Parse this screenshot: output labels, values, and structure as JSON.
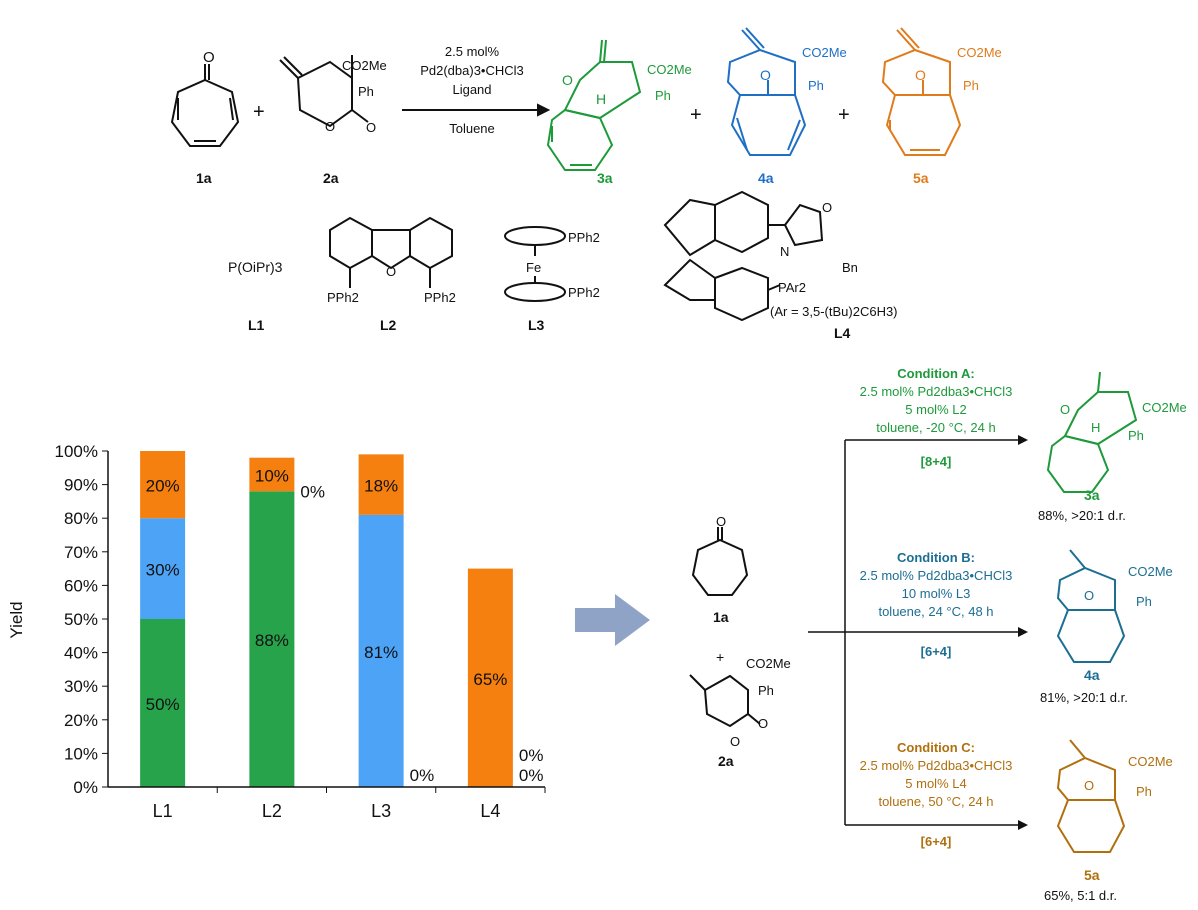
{
  "scheme": {
    "reagent_1": "1a",
    "reagent_2": "2a",
    "plus": "+",
    "reagent_2_substituent_top": "CO2Me",
    "reagent_2_substituent_side": "Ph",
    "conditions_line1": "2.5 mol%",
    "conditions_line2": "Pd2(dba)3•CHCl3",
    "conditions_line3": "Ligand",
    "conditions_line4": "Toluene",
    "products": [
      {
        "label": "3a",
        "color": "#1E9A3B",
        "co2me": "CO2Me",
        "ph": "Ph",
        "h": "H",
        "o": "O"
      },
      {
        "label": "4a",
        "color": "#1F6FC5",
        "co2me": "CO2Me",
        "ph": "Ph",
        "o": "O"
      },
      {
        "label": "5a",
        "color": "#E07B1B",
        "co2me": "CO2Me",
        "ph": "Ph",
        "o": "O"
      }
    ]
  },
  "ligands": {
    "l1": {
      "label": "L1",
      "formula": "P(OiPr)3"
    },
    "l2": {
      "label": "L2",
      "pph2_left": "PPh2",
      "pph2_right": "PPh2",
      "o": "O"
    },
    "l3": {
      "label": "L3",
      "pph2_top": "PPh2",
      "pph2_bottom": "PPh2",
      "fe": "Fe"
    },
    "l4": {
      "label": "L4",
      "par2": "PAr2",
      "n": "N",
      "o": "O",
      "bn": "Bn",
      "note": "(Ar = 3,5-(tBu)2C6H3)"
    }
  },
  "chart_data": {
    "type": "bar",
    "stacked": true,
    "ylabel": "Yield",
    "ylim": [
      0,
      100
    ],
    "yticks": [
      "0%",
      "10%",
      "20%",
      "30%",
      "40%",
      "50%",
      "60%",
      "70%",
      "80%",
      "90%",
      "100%"
    ],
    "categories": [
      "L1",
      "L2",
      "L3",
      "L4"
    ],
    "series": [
      {
        "color": "#27A34B",
        "values": [
          50,
          88,
          0,
          0
        ],
        "labels": [
          "50%",
          "88%",
          "0%",
          "0%"
        ]
      },
      {
        "color": "#4DA3F5",
        "values": [
          30,
          0,
          81,
          0
        ],
        "labels": [
          "30%",
          "0%",
          "81%",
          "0%"
        ]
      },
      {
        "color": "#F57F0F",
        "values": [
          20,
          10,
          18,
          65
        ],
        "labels": [
          "20%",
          "10%",
          "18%",
          "65%"
        ]
      }
    ]
  },
  "right_panel": {
    "start_1": "1a",
    "start_2": "2a",
    "plus": "+",
    "co2me": "CO2Me",
    "ph": "Ph",
    "conditions": [
      {
        "title": "Condition A:",
        "line1": "2.5 mol% Pd2dba3•CHCl3",
        "line2": "5 mol% L2",
        "line3": "toluene, -20 °C, 24 h",
        "type": "[8+4]",
        "product": "3a",
        "result": "88%, >20:1 d.r.",
        "color": "#1E9A3B"
      },
      {
        "title": "Condition B:",
        "line1": "2.5 mol% Pd2dba3•CHCl3",
        "line2": "10 mol% L3",
        "line3": "toluene, 24 °C, 48 h",
        "type": "[6+4]",
        "product": "4a",
        "result": "81%, >20:1 d.r.",
        "color": "#1C6E93"
      },
      {
        "title": "Condition C:",
        "line1": "2.5 mol% Pd2dba3•CHCl3",
        "line2": "5 mol% L4",
        "line3": "toluene, 50 °C, 24 h",
        "type": "[6+4]",
        "product": "5a",
        "result": "65%, 5:1 d.r.",
        "color": "#B0700F"
      }
    ]
  }
}
